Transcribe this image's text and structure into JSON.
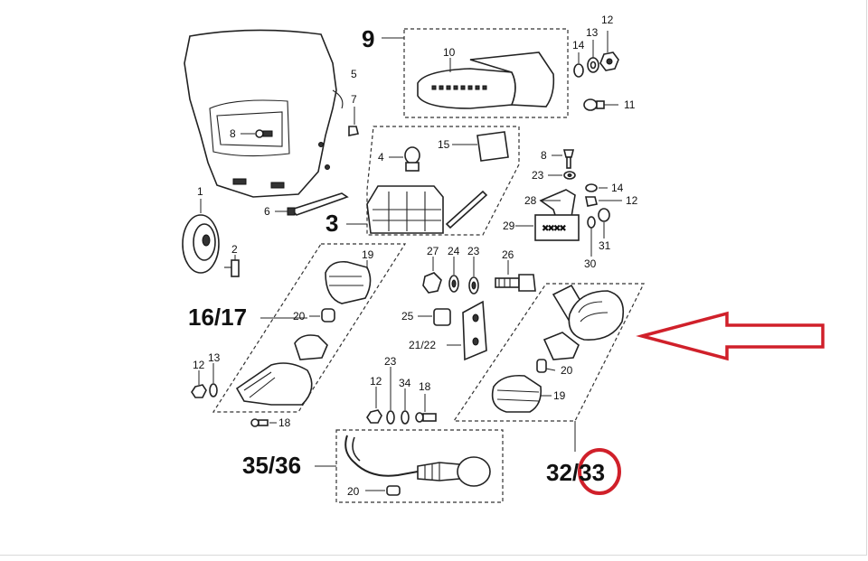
{
  "callouts": {
    "c1": "1",
    "c2": "2",
    "c3": "3",
    "c4": "4",
    "c5": "5",
    "c6": "6",
    "c7": "7",
    "c8a": "8",
    "c8b": "8",
    "c9": "9",
    "c10": "10",
    "c11": "11",
    "c12a": "12",
    "c12b": "12",
    "c12c": "12",
    "c12d": "12",
    "c13a": "13",
    "c13b": "13",
    "c14a": "14",
    "c14b": "14",
    "c15": "15",
    "c16_17": "16/17",
    "c18a": "18",
    "c18b": "18",
    "c19a": "19",
    "c19b": "19",
    "c20a": "20",
    "c20b": "20",
    "c20c": "20",
    "c21_22": "21/22",
    "c23a": "23",
    "c23b": "23",
    "c23c": "23",
    "c24": "24",
    "c25": "25",
    "c26": "26",
    "c27": "27",
    "c28": "28",
    "c29": "29",
    "c30": "30",
    "c31": "31",
    "c32_33": "32/33",
    "c34": "34",
    "c35_36": "35/36"
  },
  "colors": {
    "highlight_circle": "#d0202a",
    "arrow_outline": "#d0202a",
    "line_art": "#222222",
    "background": "#ffffff"
  }
}
